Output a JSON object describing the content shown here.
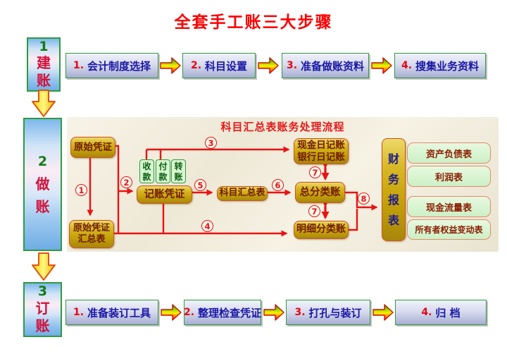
{
  "title": "全套手工账三大步骤",
  "phases": [
    {
      "num": "1",
      "char1": "建",
      "char2": "账"
    },
    {
      "num": "2",
      "char1": "做",
      "char2": "账"
    },
    {
      "num": "3",
      "char1": "订",
      "char2": "账"
    }
  ],
  "build_row": {
    "steps": [
      {
        "num": "1.",
        "label": "会计制度选择"
      },
      {
        "num": "2.",
        "label": "科目设置"
      },
      {
        "num": "3.",
        "label": "准备做账资料"
      },
      {
        "num": "4.",
        "label": "搜集业务资料"
      }
    ]
  },
  "bind_row": {
    "steps": [
      {
        "num": "1.",
        "label": "准备装订工具"
      },
      {
        "num": "2.",
        "label": "整理检查凭证"
      },
      {
        "num": "3.",
        "label": "打孔与装订"
      },
      {
        "num": "4.",
        "label": "归 档"
      }
    ]
  },
  "panel": {
    "title": "科目汇总表账务处理流程",
    "nodes": {
      "original_voucher": "原始凭证",
      "original_voucher_summary_l1": "原始凭证",
      "original_voucher_summary_l2": "汇总表",
      "receipt_voucher": "收款",
      "payment_voucher": "付款",
      "transfer_voucher": "转账",
      "bookkeeping_voucher": "记账凭证",
      "cash_journal": "现金日记账",
      "bank_journal": "银行日记账",
      "account_summary": "科目汇总表",
      "general_ledger": "总分类账",
      "subsidiary_ledger": "明细分类账",
      "financial_statements": "财务报表"
    },
    "reports": [
      "资产负债表",
      "利润表",
      "现金流量表",
      "所有者权益变动表"
    ],
    "marks": [
      "1",
      "2",
      "3",
      "4",
      "5",
      "6",
      "7",
      "7",
      "8"
    ]
  },
  "colors": {
    "title_red": "#fb0000",
    "line_red": "#ea1212",
    "gold_box": "#c7a30a",
    "gold_border": "#cf5026",
    "gold_text": "#701a00",
    "green_border": "#2f9a3f",
    "step_text_blue": "#1a17a6",
    "step_num_red": "#e80510",
    "phase_num_green": "#157a15",
    "phase_char_red": "#d2103a",
    "voucher_green_bg": "#d8f6d0",
    "report_border": "#e58a6a",
    "panel_bg": "#f3eedd",
    "statement_text_blue": "#1b1b8e",
    "arrow_yellow": "#ffdf1c"
  }
}
